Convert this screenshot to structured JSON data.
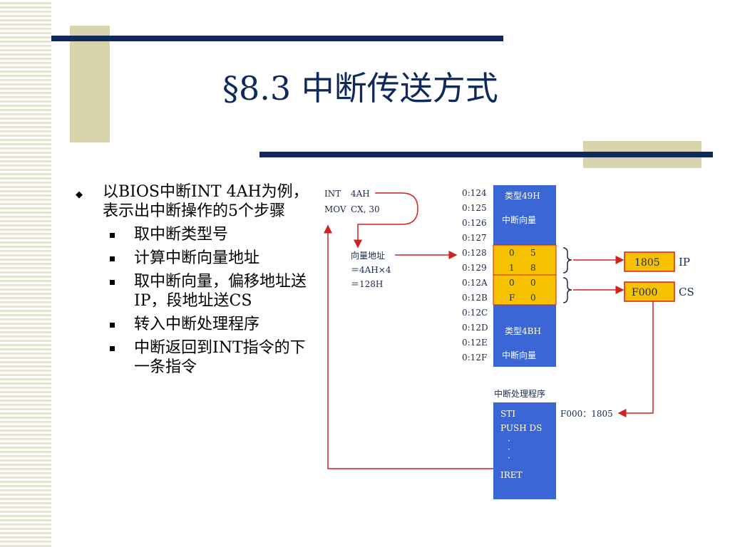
{
  "slide": {
    "title": "§8.3 中断传送方式",
    "bullet_main": "以BIOS中断INT 4AH为例，表示出中断操作的5个步骤",
    "steps": [
      "取中断类型号",
      "计算中断向量地址",
      "取中断向量，偏移地址送IP，段地址送CS",
      "转入中断处理程序",
      "中断返回到INT指令的下一条指令"
    ]
  },
  "diagram": {
    "code_lines": [
      {
        "op": "INT",
        "arg": "4AH"
      },
      {
        "op": "MOV",
        "arg": "CX, 30"
      }
    ],
    "vector_calc": [
      "向量地址",
      "＝4AH×4",
      "＝128H"
    ],
    "addresses": [
      "0:124",
      "0:125",
      "0:126",
      "0:127",
      "0:128",
      "0:129",
      "0:12A",
      "0:12B",
      "0:12C",
      "0:12D",
      "0:12E",
      "0:12F"
    ],
    "type49_label": [
      "类型49H",
      "中断向量"
    ],
    "type4b_label": [
      "类型4BH",
      "中断向量"
    ],
    "vector_bytes": [
      {
        "a": "0",
        "b": "5"
      },
      {
        "a": "1",
        "b": "8"
      },
      {
        "a": "0",
        "b": "0"
      },
      {
        "a": "F",
        "b": "0"
      }
    ],
    "ip_value": "1805",
    "ip_label": "IP",
    "cs_value": "F000",
    "cs_label": "CS",
    "handler_title": "中断处理程序",
    "handler_lines": [
      "STI",
      "PUSH DS",
      "IRET"
    ],
    "handler_addr": "F000：1805",
    "colors": {
      "memory_blue": "#3a66d6",
      "highlight_yellow": "#f6c200",
      "arrow_red": "#d32020",
      "navy": "#0f2a5a"
    }
  }
}
